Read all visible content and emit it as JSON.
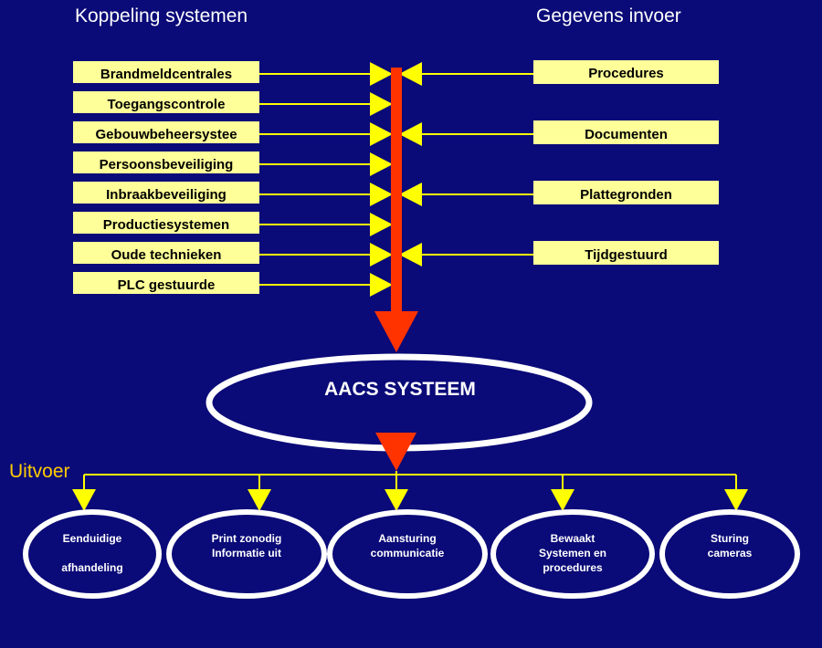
{
  "headings": {
    "left": "Koppeling systemen",
    "right": "Gegevens invoer",
    "output": "Uitvoer"
  },
  "inputs_left": [
    "Brandmeldcentrales",
    "Toegangscontrole",
    "Gebouwbeheersystee",
    "Persoonsbeveiliging",
    "Inbraakbeveiliging",
    "Productiesystemen",
    "Oude technieken",
    "PLC gestuurde"
  ],
  "inputs_right": [
    "Procedures",
    "Documenten",
    "Plattegronden",
    "Tijdgestuurd"
  ],
  "center": "AACS SYSTEEM",
  "outputs": [
    {
      "line1": "Eenduidige",
      "line2": "",
      "line3": "afhandeling"
    },
    {
      "line1": "Print zonodig",
      "line2": "Informatie uit",
      "line3": ""
    },
    {
      "line1": "Aansturing",
      "line2": "communicatie",
      "line3": ""
    },
    {
      "line1": "Bewaakt",
      "line2": "Systemen en",
      "line3": "procedures"
    },
    {
      "line1": "Sturing",
      "line2": "cameras",
      "line3": ""
    }
  ],
  "colors": {
    "background": "#0a0a78",
    "box": "#ffff99",
    "connector": "#ffff00",
    "main_arrow": "#ff3300",
    "output_label": "#ffcc00"
  }
}
